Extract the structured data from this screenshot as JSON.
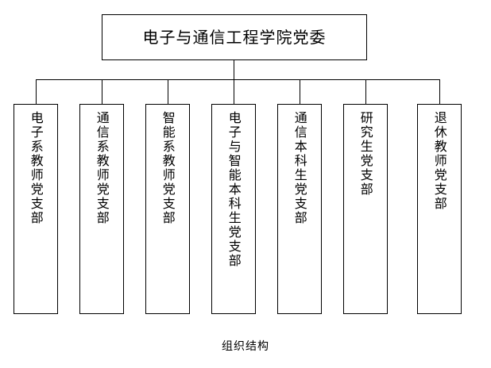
{
  "diagram": {
    "type": "org-chart",
    "caption": "组织结构",
    "root": {
      "label": "电子与通信工程学院党委"
    },
    "children": [
      {
        "label": "电子系教师党支部"
      },
      {
        "label": "通信系教师党支部"
      },
      {
        "label": "智能系教师党支部"
      },
      {
        "label": "电子与智能本科生党支部"
      },
      {
        "label": "通信本科生党支部"
      },
      {
        "label": "研究生党支部"
      },
      {
        "label": "退休教师党支部"
      }
    ],
    "colors": {
      "line": "#000000",
      "box_border": "#000000",
      "background": "#ffffff",
      "text": "#000000"
    }
  }
}
